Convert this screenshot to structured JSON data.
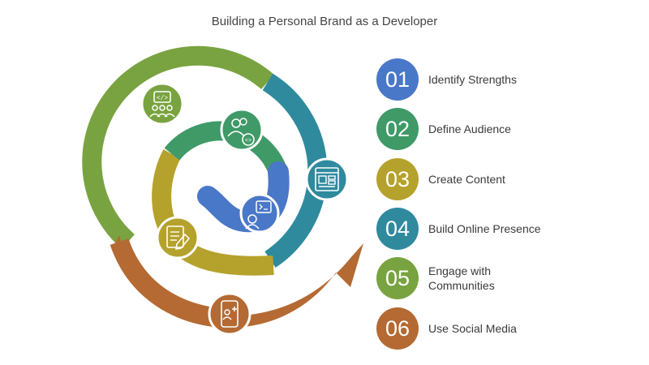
{
  "title": "Building a Personal Brand as a Developer",
  "steps": [
    {
      "number": "01",
      "label": "Identify Strengths",
      "color": "#4a78c8",
      "icon": "code-review-team-icon"
    },
    {
      "number": "02",
      "label": "Define Audience",
      "color": "#3f9a68",
      "icon": "audience-code-icon"
    },
    {
      "number": "03",
      "label": "Create Content",
      "color": "#b5a22c",
      "icon": "write-document-icon"
    },
    {
      "number": "04",
      "label": "Build Online Presence",
      "color": "#2f8a9e",
      "icon": "website-icon"
    },
    {
      "number": "05",
      "label": "Engage with Communities",
      "color": "#79a340",
      "icon": "community-icon"
    },
    {
      "number": "06",
      "label": "Use Social Media",
      "color": "#b46a32",
      "icon": "mobile-social-icon"
    }
  ]
}
